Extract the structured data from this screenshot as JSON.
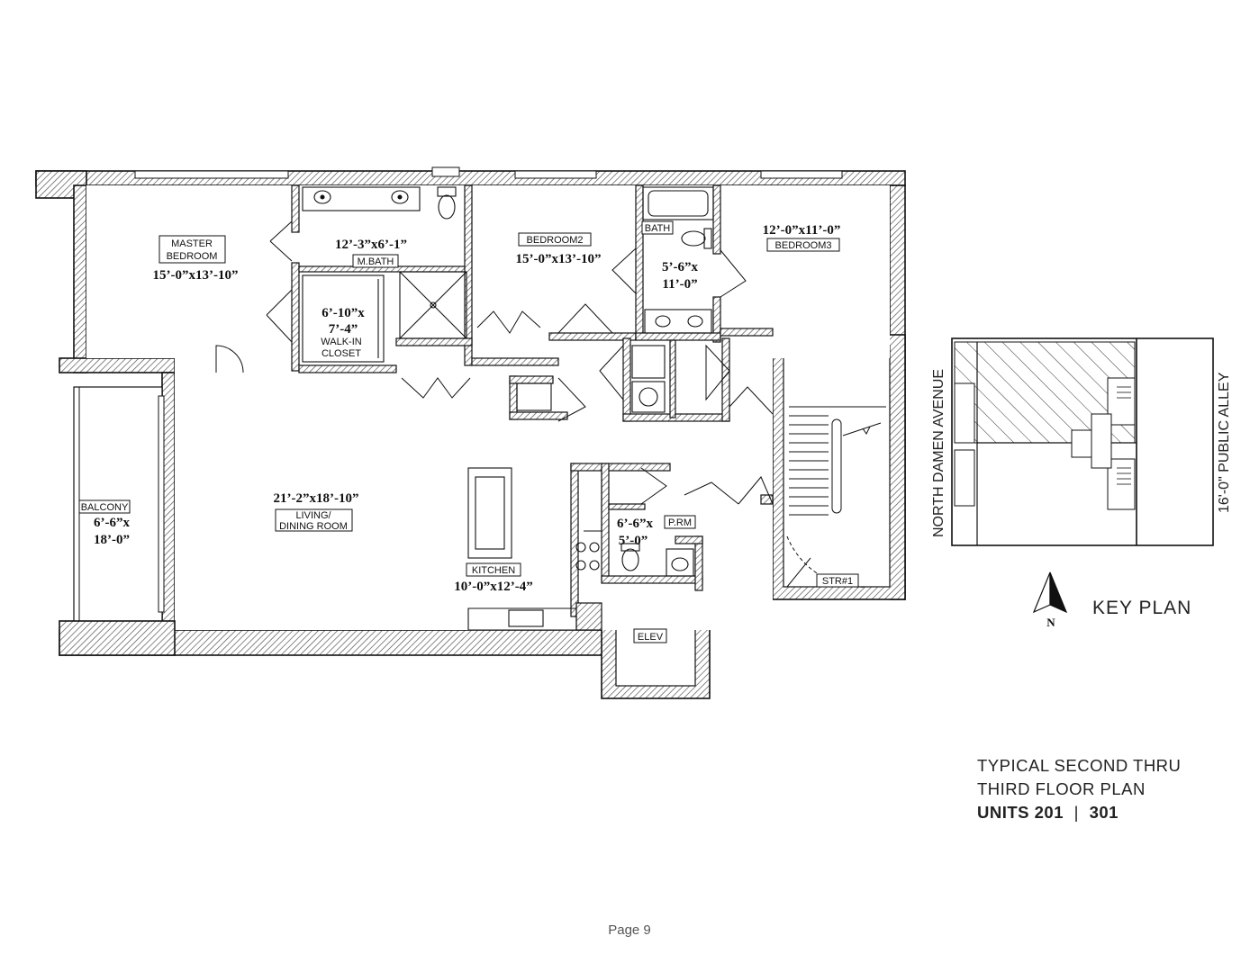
{
  "rooms": {
    "master_bedroom": {
      "name_line1": "MASTER",
      "name_line2": "BEDROOM",
      "dims": "15’-0”x13’-10”"
    },
    "master_bath": {
      "dims": "12’-3”x6’-1”",
      "name": "M.BATH"
    },
    "walk_in_closet": {
      "dims_line1": "6’-10”x",
      "dims_line2": "7’-4”",
      "name_line1": "WALK-IN",
      "name_line2": "CLOSET"
    },
    "bedroom2": {
      "name": "BEDROOM2",
      "dims": "15’-0”x13’-10”"
    },
    "bath": {
      "name": "BATH",
      "dims_line1": "5’-6”x",
      "dims_line2": "11’-0”"
    },
    "bedroom3": {
      "dims": "12’-0”x11’-0”",
      "name": "BEDROOM3"
    },
    "living": {
      "dims": "21’-2”x18’-10”",
      "name_line1": "LIVING/",
      "name_line2": "DINING ROOM"
    },
    "balcony": {
      "name": "BALCONY",
      "dims_line1": "6’-6”x",
      "dims_line2": "18’-0”"
    },
    "kitchen": {
      "name": "KITCHEN",
      "dims": "10’-0”x12’-4”"
    },
    "powder_room": {
      "name": "P.RM",
      "dims_line1": "6’-6”x",
      "dims_line2": "5’-0”"
    },
    "elevator": {
      "name": "ELEV"
    },
    "stair": {
      "name": "STR#1"
    }
  },
  "key_plan": {
    "street_left": "NORTH DAMEN AVENUE",
    "street_right": "16'-0\" PUBLIC ALLEY",
    "north_label": "N",
    "title": "KEY PLAN"
  },
  "caption": {
    "line1": "TYPICAL SECOND THRU",
    "line2": "THIRD FLOOR PLAN",
    "units_label": "UNITS 201",
    "separator": "|",
    "units_label2": "301"
  },
  "page": {
    "label": "Page 9"
  }
}
